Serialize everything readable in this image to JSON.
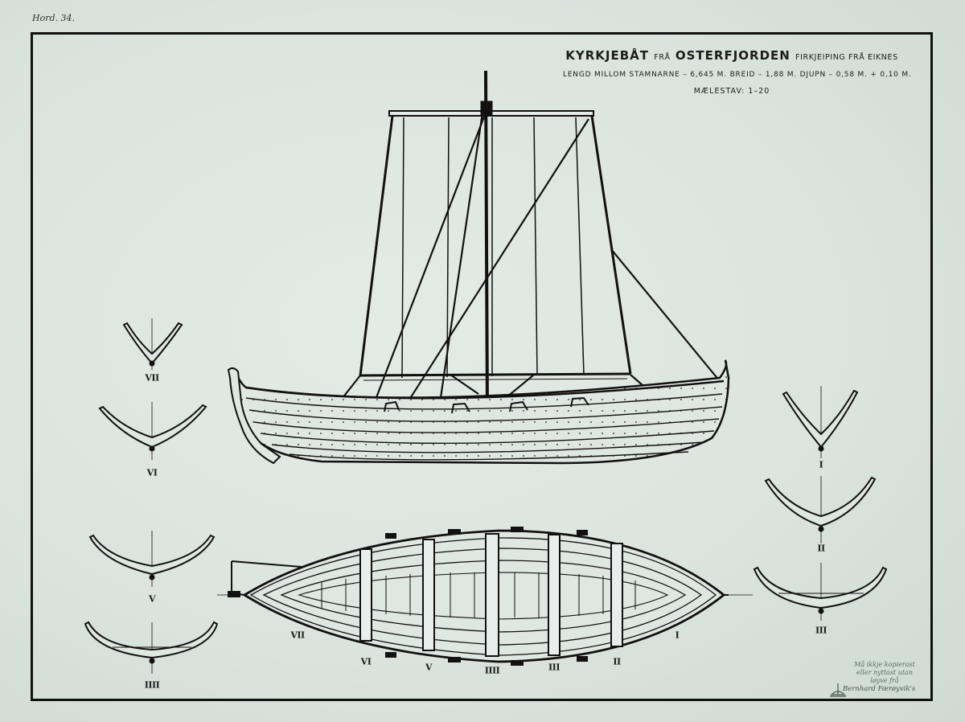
{
  "sheet": {
    "corner_note": "Hord. 34.",
    "title_main": "KYRKJEBÅT",
    "title_from": "FRÅ",
    "title_place": "OSTERFJORDEN",
    "title_type": "FIRKJEIPING FRÅ EIKNES",
    "dimensions": "LENGD MILLOM STAMNARNE – 6,645 M. BREID – 1,88 M. DJUPN – 0,58 M. + 0,10 M.",
    "scale": "MÆLESTAV: 1–20"
  },
  "sections": {
    "left": [
      "VII",
      "VI",
      "V",
      "IIII"
    ],
    "right": [
      "I",
      "II",
      "III"
    ]
  },
  "plan_labels": {
    "stern": "VII",
    "bow": "I",
    "frames_bottom": [
      "VI",
      "V",
      "IIII",
      "III",
      "II"
    ]
  },
  "stamp": {
    "line1": "Må ikkje kopierast",
    "line2": "eller nyttast utan",
    "line3": "løyve frå"
  },
  "signature": "Bernhard Færøyvik's",
  "colors": {
    "paper": "#dbe4df",
    "ink": "#111111"
  }
}
